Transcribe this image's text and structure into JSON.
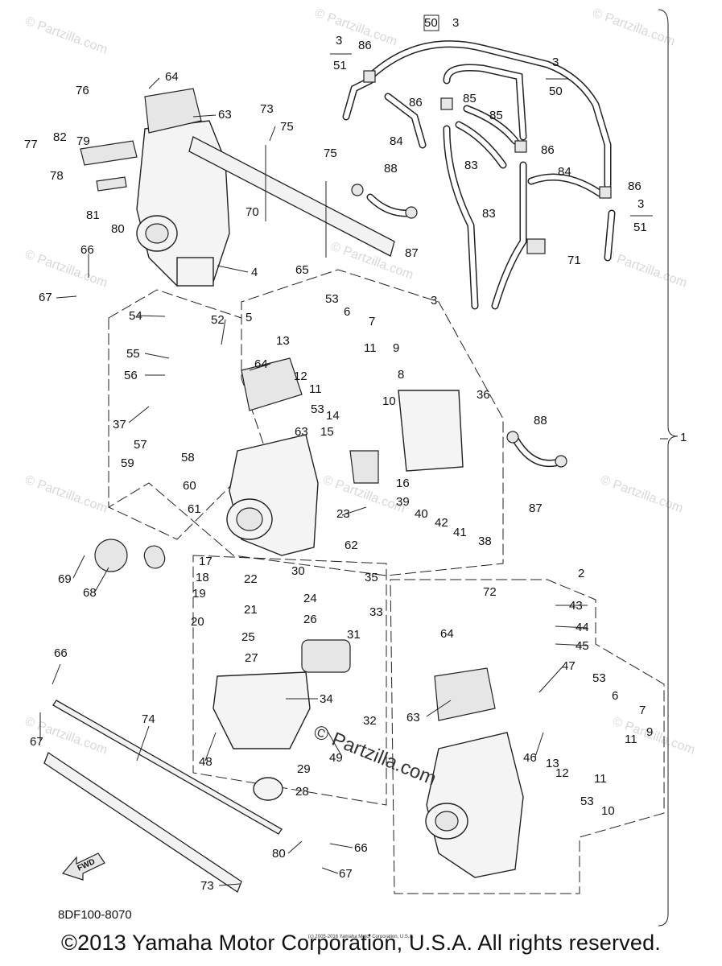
{
  "diagram_code": "8DF100-8070",
  "copyright": "©2013 Yamaha Motor Corporation, U.S.A. All rights reserved.",
  "small_copyright": "(c) 2005-2016 Yamaha Motor Corporation, U.S.A.",
  "watermark": "© Partzilla.com",
  "partzilla_mark": "© Partzilla.com",
  "fwd_label": "FWD",
  "callouts": {
    "c1": "1",
    "c2": "2",
    "c3a": "3",
    "c3b": "3",
    "c3c": "3",
    "c3d": "3",
    "c3e": "3",
    "c4": "4",
    "c5": "5",
    "c6a": "6",
    "c6b": "6",
    "c7a": "7",
    "c7b": "7",
    "c8": "8",
    "c9a": "9",
    "c9b": "9",
    "c10a": "10",
    "c10b": "10",
    "c11a": "11",
    "c11b": "11",
    "c11c": "11",
    "c11d": "11",
    "c12a": "12",
    "c12b": "12",
    "c13a": "13",
    "c13b": "13",
    "c14": "14",
    "c15": "15",
    "c16": "16",
    "c17": "17",
    "c18": "18",
    "c19": "19",
    "c20": "20",
    "c21": "21",
    "c22": "22",
    "c23": "23",
    "c24": "24",
    "c25": "25",
    "c26": "26",
    "c27": "27",
    "c28": "28",
    "c29": "29",
    "c30": "30",
    "c31": "31",
    "c32": "32",
    "c33": "33",
    "c34": "34",
    "c35": "35",
    "c36": "36",
    "c37": "37",
    "c38": "38",
    "c39": "39",
    "c40": "40",
    "c41": "41",
    "c42": "42",
    "c43": "43",
    "c44": "44",
    "c45": "45",
    "c46": "46",
    "c47": "47",
    "c48": "48",
    "c49": "49",
    "c50a": "50",
    "c50b": "50",
    "c51a": "51",
    "c51b": "51",
    "c52": "52",
    "c53a": "53",
    "c53b": "53",
    "c53c": "53",
    "c53d": "53",
    "c54": "54",
    "c55": "55",
    "c56": "56",
    "c57": "57",
    "c58": "58",
    "c59": "59",
    "c60": "60",
    "c61": "61",
    "c62": "62",
    "c63a": "63",
    "c63b": "63",
    "c63c": "63",
    "c64a": "64",
    "c64b": "64",
    "c64c": "64",
    "c65": "65",
    "c66a": "66",
    "c66b": "66",
    "c66c": "66",
    "c67a": "67",
    "c67b": "67",
    "c67c": "67",
    "c68": "68",
    "c69": "69",
    "c70": "70",
    "c71": "71",
    "c72": "72",
    "c73a": "73",
    "c73b": "73",
    "c74": "74",
    "c75a": "75",
    "c75b": "75",
    "c76": "76",
    "c77": "77",
    "c78": "78",
    "c79": "79",
    "c80a": "80",
    "c80b": "80",
    "c81": "81",
    "c82": "82",
    "c83a": "83",
    "c83b": "83",
    "c84a": "84",
    "c84b": "84",
    "c85a": "85",
    "c85b": "85",
    "c86a": "86",
    "c86b": "86",
    "c86c": "86",
    "c86d": "86",
    "c87a": "87",
    "c87b": "87",
    "c88a": "88",
    "c88b": "88"
  }
}
